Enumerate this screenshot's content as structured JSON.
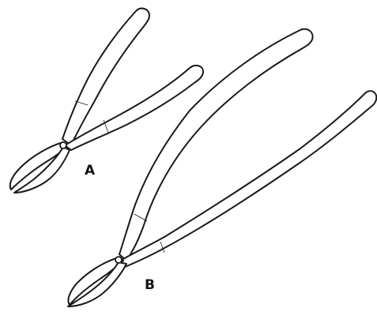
{
  "labels": {
    "a": "A",
    "b": "B"
  },
  "tools": [
    {
      "id": "A",
      "kind": "short-handled scissors"
    },
    {
      "id": "B",
      "kind": "long-handled scissors"
    }
  ]
}
